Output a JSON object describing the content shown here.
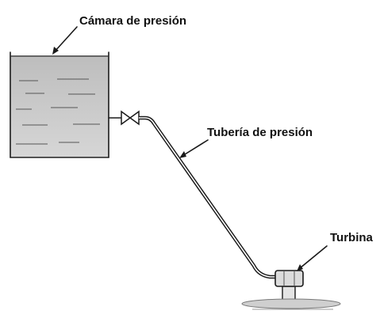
{
  "labels": {
    "chamber": "Cámara de presión",
    "penstock": "Tubería de presión",
    "turbine": "Turbina"
  },
  "colors": {
    "water": "#c9c9c9",
    "ink": "#1a1a1a",
    "background": "#ffffff"
  }
}
